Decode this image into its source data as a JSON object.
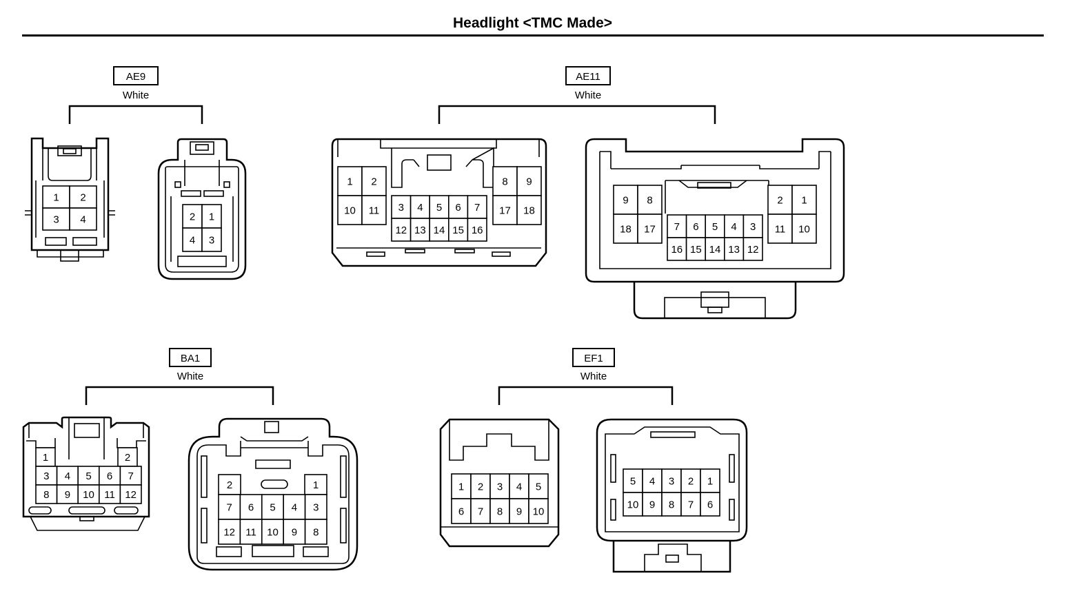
{
  "title": "Headlight <TMC Made>",
  "connectors": {
    "ae9": {
      "code": "AE9",
      "color": "White",
      "left": [
        "1",
        "2",
        "3",
        "4"
      ],
      "right": [
        "2",
        "1",
        "4",
        "3"
      ]
    },
    "ae11": {
      "code": "AE11",
      "color": "White",
      "left": [
        "1",
        "2",
        "10",
        "11",
        "3",
        "4",
        "5",
        "6",
        "7",
        "12",
        "13",
        "14",
        "15",
        "16",
        "8",
        "9",
        "17",
        "18"
      ],
      "right": [
        "9",
        "8",
        "18",
        "17",
        "7",
        "6",
        "5",
        "4",
        "3",
        "16",
        "15",
        "14",
        "13",
        "12",
        "2",
        "1",
        "11",
        "10"
      ]
    },
    "ba1": {
      "code": "BA1",
      "color": "White",
      "left": [
        "1",
        "2",
        "3",
        "4",
        "5",
        "6",
        "7",
        "8",
        "9",
        "10",
        "11",
        "12"
      ],
      "right": [
        "2",
        "1",
        "7",
        "6",
        "5",
        "4",
        "3",
        "12",
        "11",
        "10",
        "9",
        "8"
      ]
    },
    "ef1": {
      "code": "EF1",
      "color": "White",
      "left": [
        "1",
        "2",
        "3",
        "4",
        "5",
        "6",
        "7",
        "8",
        "9",
        "10"
      ],
      "right": [
        "5",
        "4",
        "3",
        "2",
        "1",
        "10",
        "9",
        "8",
        "7",
        "6"
      ]
    }
  }
}
